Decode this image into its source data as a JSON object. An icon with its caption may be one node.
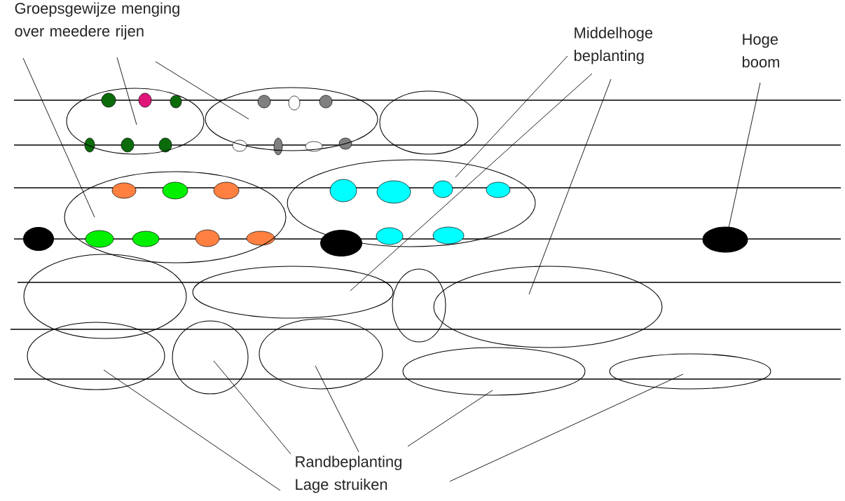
{
  "diagram": {
    "nodes": [
      {
        "text": [
          "Groepsgewijze menging over meedere rijen"
        ]
      },
      {
        "text": [
          "Middelhoge beplanting"
        ]
      },
      {
        "text": [
          "Hoge boom"
        ]
      },
      {
        "text": [
          "Randbeplanting Lage struiken"
        ]
      },
      {
        "text": [],
        "shape": "ellipse"
      },
      {
        "text": [],
        "shape": "ellipse"
      },
      {
        "text": [],
        "shape": "ellipse"
      },
      {
        "text": [],
        "shape": "ellipse"
      },
      {
        "text": [],
        "shape": "ellipse"
      },
      {
        "text": [],
        "shape": "ellipse"
      },
      {
        "text": [],
        "shape": "ellipse"
      },
      {
        "text": [],
        "shape": "ellipse"
      },
      {
        "text": [],
        "shape": "ellipse"
      },
      {
        "text": [],
        "shape": "ellipse"
      },
      {
        "text": [],
        "shape": "ellipse"
      },
      {
        "text": [],
        "shape": "ellipse"
      },
      {
        "text": [],
        "shape": "ellipse"
      },
      {
        "text": [],
        "shape": "ellipse"
      },
      {
        "text": [],
        "shape": "ellipse"
      }
    ],
    "edges": [
      {
        "from": 0,
        "to": 4,
        "arrow": "none"
      },
      {
        "from": 0,
        "to": 5,
        "arrow": "none"
      },
      {
        "from": 0,
        "to": 7,
        "arrow": "none"
      },
      {
        "from": 1,
        "to": 8,
        "arrow": "none"
      },
      {
        "from": 1,
        "to": 11,
        "arrow": "none"
      },
      {
        "from": 1,
        "to": 13,
        "arrow": "none"
      },
      {
        "from": 2,
        "to": 9,
        "arrow": "none"
      },
      {
        "from": 3,
        "to": 14,
        "arrow": "none"
      },
      {
        "from": 3,
        "to": 15,
        "arrow": "none"
      },
      {
        "from": 3,
        "to": 16,
        "arrow": "none"
      },
      {
        "from": 3,
        "to": 17,
        "arrow": "none"
      },
      {
        "from": 3,
        "to": 18,
        "arrow": "none"
      }
    ]
  }
}
